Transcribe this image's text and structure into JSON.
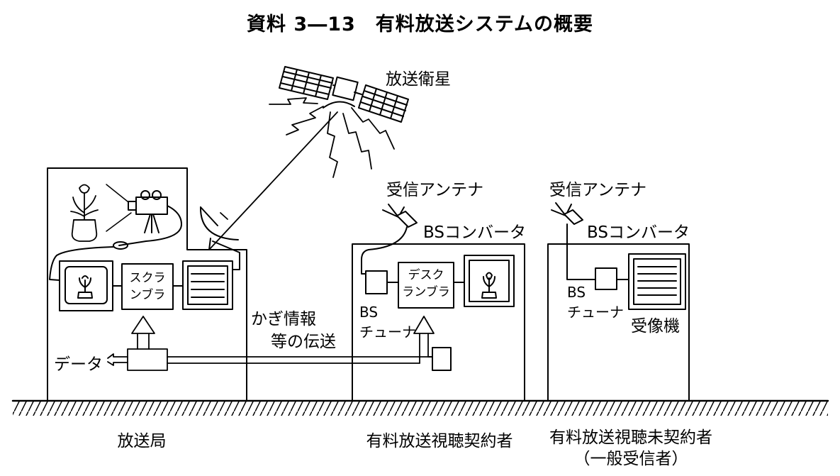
{
  "title": "資料 3―13　有料放送システムの概要",
  "satellite": {
    "label": "放送衛星"
  },
  "station": {
    "caption": "放送局",
    "scrambler_line1": "スクラ",
    "scrambler_line2": "ンブラ",
    "data_label": "データ"
  },
  "key_info": {
    "line1": "かぎ情報",
    "line2": "等の伝送"
  },
  "subscriber": {
    "caption": "有料放送視聴契約者",
    "antenna_label": "受信アンテナ",
    "converter_label": "BSコンバータ",
    "tuner_line1": "BS",
    "tuner_line2": "チューナ",
    "descrambler_line1": "デスク",
    "descrambler_line2": "ランブラ"
  },
  "nonsubscriber": {
    "caption_line1": "有料放送視聴未契約者",
    "caption_line2": "（一般受信者）",
    "antenna_label": "受信アンテナ",
    "converter_label": "BSコンバータ",
    "tuner_line1": "BS",
    "tuner_line2": "チューナ",
    "receiver_label": "受像機"
  }
}
